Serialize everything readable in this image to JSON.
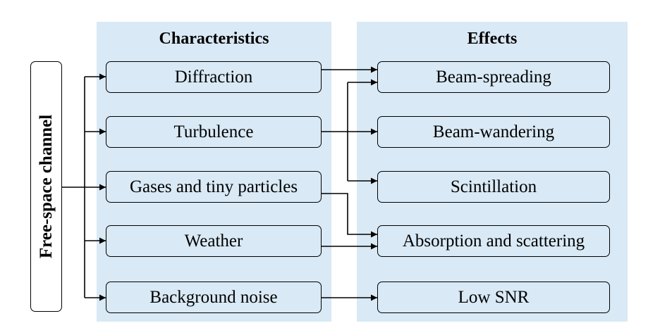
{
  "source": {
    "label": "Free-space channel"
  },
  "characteristics": {
    "title": "Characteristics",
    "items": [
      "Diffraction",
      "Turbulence",
      "Gases and tiny particles",
      "Weather",
      "Background noise"
    ]
  },
  "effects": {
    "title": "Effects",
    "items": [
      "Beam-spreading",
      "Beam-wandering",
      "Scintillation",
      "Absorption and scattering",
      "Low SNR"
    ]
  },
  "relations": [
    {
      "from": "Diffraction",
      "to": "Beam-spreading"
    },
    {
      "from": "Turbulence",
      "to": "Beam-spreading"
    },
    {
      "from": "Turbulence",
      "to": "Beam-wandering"
    },
    {
      "from": "Turbulence",
      "to": "Scintillation"
    },
    {
      "from": "Gases and tiny particles",
      "to": "Absorption and scattering"
    },
    {
      "from": "Weather",
      "to": "Absorption and scattering"
    },
    {
      "from": "Background noise",
      "to": "Low SNR"
    }
  ]
}
